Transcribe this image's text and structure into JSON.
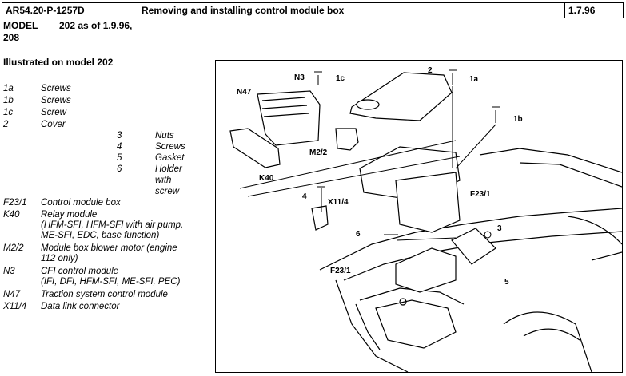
{
  "header": {
    "doc_id": "AR54.20-P-1257D",
    "title": "Removing and installing control module box",
    "date": "1.7.96"
  },
  "model": {
    "label": "MODEL",
    "value_line1": "202 as of 1.9.96,",
    "value_line2": "208"
  },
  "illustrated_note": "Illustrated on model 202",
  "legend_left_top": [
    {
      "key": "1a",
      "desc": "Screws"
    },
    {
      "key": "1b",
      "desc": "Screws"
    },
    {
      "key": "1c",
      "desc": "Screw"
    },
    {
      "key": "2",
      "desc": "Cover"
    }
  ],
  "legend_right": [
    {
      "key": "3",
      "desc": "Nuts"
    },
    {
      "key": "4",
      "desc": "Screws"
    },
    {
      "key": "5",
      "desc": "Gasket"
    },
    {
      "key": "6",
      "desc": "Holder",
      "desc2": "with",
      "desc3": "screw"
    }
  ],
  "legend_left_bottom": [
    {
      "key": "F23/1",
      "desc": "Control module box"
    },
    {
      "key": "K40",
      "desc": "Relay module",
      "desc2": "(HFM-SFI, HFM-SFI with air pump,",
      "desc3": "ME-SFI, EDC, base function)"
    },
    {
      "key": "M2/2",
      "desc": "Module box blower motor (engine",
      "desc2": "112 only)"
    },
    {
      "key": "N3",
      "desc": "CFI control module",
      "desc2": "(IFI, DFI, HFM-SFI, ME-SFI, PEC)"
    },
    {
      "key": "N47",
      "desc": "Traction system control module"
    },
    {
      "key": "X11/4",
      "desc": "Data link connector"
    }
  ],
  "diagram_labels": {
    "n3": "N3",
    "n47": "N47",
    "l1c": "1c",
    "l2": "2",
    "l1a": "1a",
    "l1b": "1b",
    "m22": "M2/2",
    "k40": "K40",
    "l4": "4",
    "x114": "X11/4",
    "f231a": "F23/1",
    "l6": "6",
    "l3": "3",
    "f231b": "F23/1",
    "l5": "5"
  }
}
